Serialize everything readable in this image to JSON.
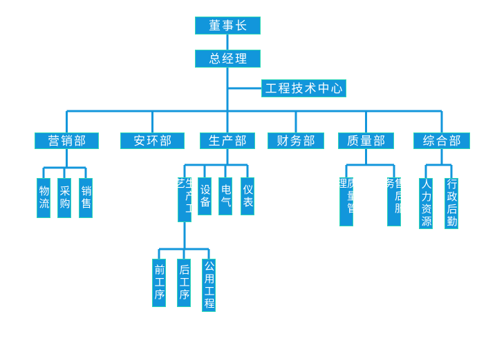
{
  "colors": {
    "node_fill": "#1296db",
    "node_border": "#2fd9b5",
    "connector": "#1296db",
    "node_text": "#ffffff",
    "background": "#ffffff"
  },
  "org_chart": {
    "root": {
      "label": "董事长"
    },
    "general_manager": {
      "label": "总经理"
    },
    "staff_unit": {
      "label": "工程技术中心"
    },
    "departments": [
      {
        "label": "营销部",
        "children": [
          {
            "label": "物流"
          },
          {
            "label": "采购"
          },
          {
            "label": "销售"
          }
        ]
      },
      {
        "label": "安环部",
        "children": []
      },
      {
        "label": "生产部",
        "children": [
          {
            "label": "生产工艺",
            "children": [
              {
                "label": "前工序"
              },
              {
                "label": "后工序"
              },
              {
                "label": "公用工程"
              }
            ]
          },
          {
            "label": "设备"
          },
          {
            "label": "电气"
          },
          {
            "label": "仪表"
          }
        ]
      },
      {
        "label": "财务部",
        "children": []
      },
      {
        "label": "质量部",
        "children": [
          {
            "label": "质量管理"
          },
          {
            "label": "售后服务"
          }
        ]
      },
      {
        "label": "综合部",
        "children": [
          {
            "label": "人力资源"
          },
          {
            "label": "行政后勤"
          }
        ]
      }
    ]
  }
}
